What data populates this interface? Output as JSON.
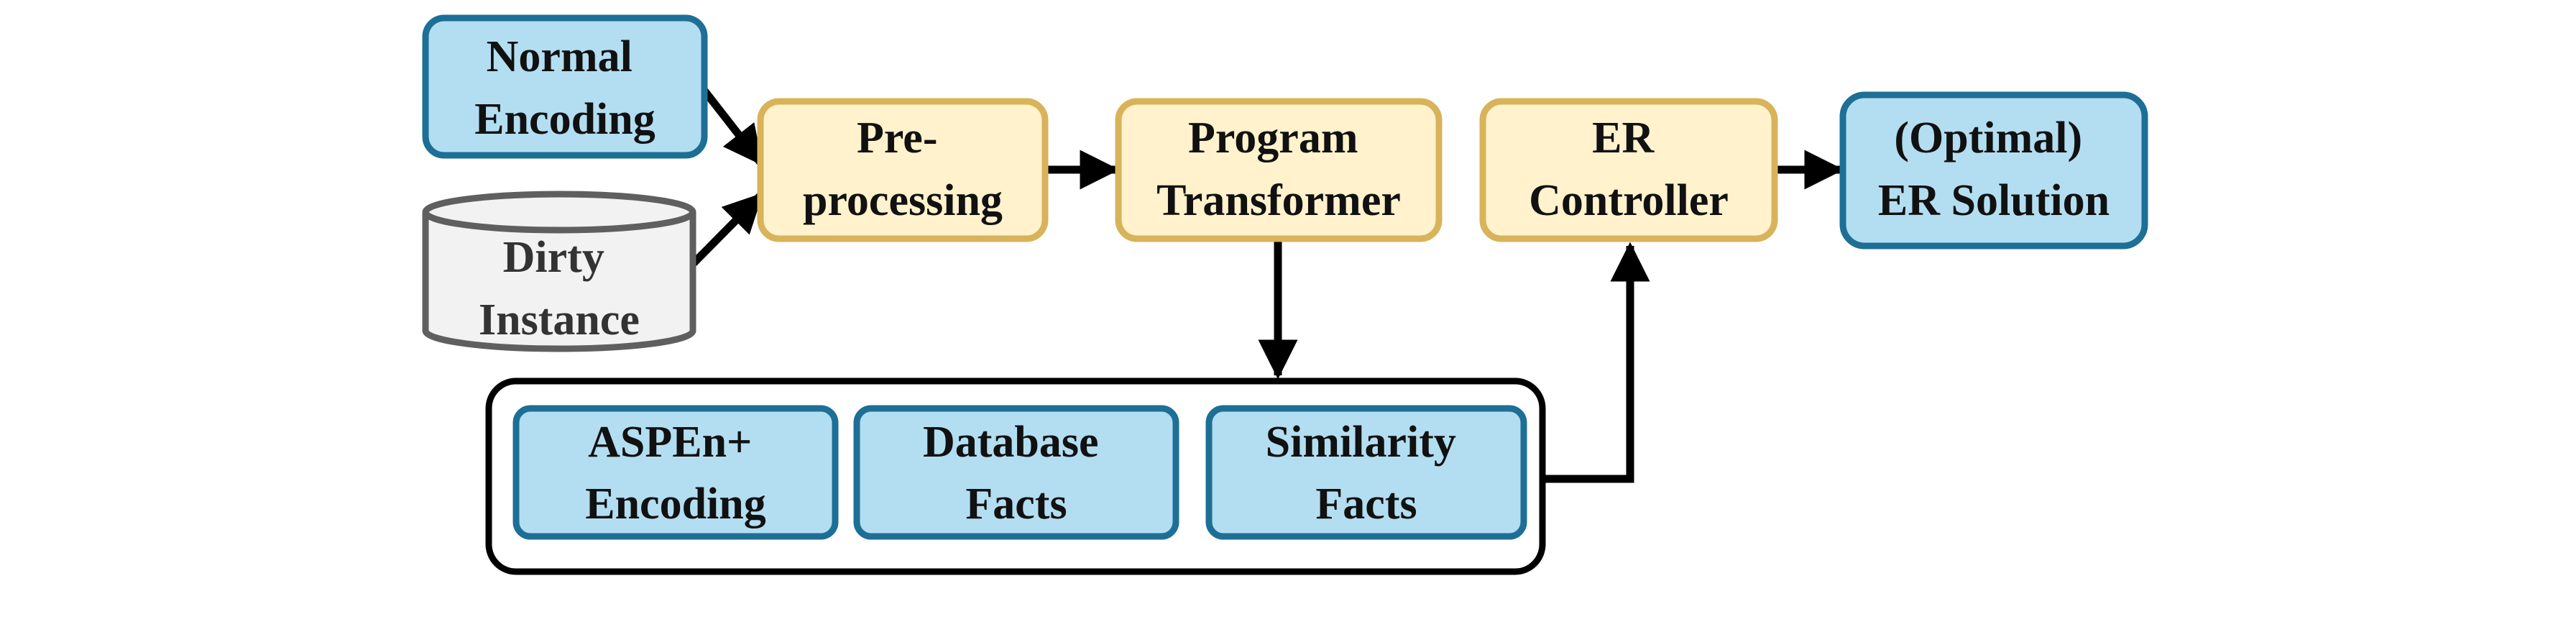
{
  "colors": {
    "input_fill": "#b3def1",
    "input_stroke": "#1d6f96",
    "process_fill": "#fff2cc",
    "process_stroke": "#d8b35a",
    "db_fill": "#f2f2f2",
    "db_stroke": "#5f5f5f",
    "group_stroke": "#000000",
    "arrow": "#000000"
  },
  "nodes": {
    "normal_encoding": [
      "Normal",
      "Encoding"
    ],
    "dirty_instance": [
      "Dirty",
      "Instance"
    ],
    "preprocessing": [
      "Pre-",
      "processing"
    ],
    "program_transformer": [
      "Program",
      "Transformer"
    ],
    "er_controller": [
      "ER",
      "Controller"
    ],
    "er_solution": [
      "(Optimal)",
      "ER Solution"
    ],
    "aspen_encoding": [
      "ASPEn+",
      "Encoding"
    ],
    "database_facts": [
      "Database",
      "Facts"
    ],
    "similarity_facts": [
      "Similarity",
      "Facts"
    ]
  }
}
